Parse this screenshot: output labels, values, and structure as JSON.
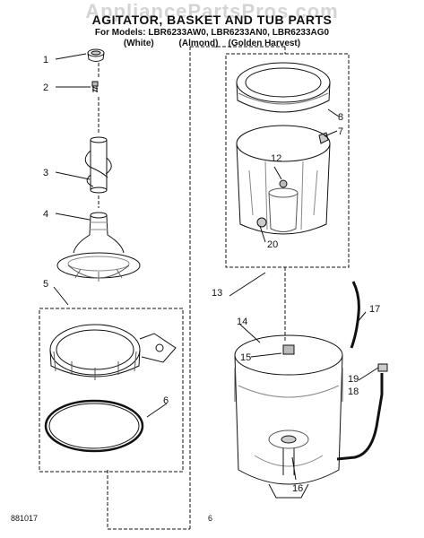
{
  "watermark": "AppliancePartsPros.com",
  "title": "AGITATOR, BASKET AND TUB PARTS",
  "models_line": "For Models: LBR6233AW0, LBR6233AN0, LBR6233AG0",
  "colors_line": "(White)          (Almond)    (Golden Harvest)",
  "footer": {
    "code": "881017",
    "page": "6"
  },
  "callouts": [
    "1",
    "2",
    "3",
    "4",
    "5",
    "6",
    "7",
    "8",
    "12",
    "13",
    "14",
    "15",
    "16",
    "17",
    "18",
    "19",
    "20"
  ]
}
